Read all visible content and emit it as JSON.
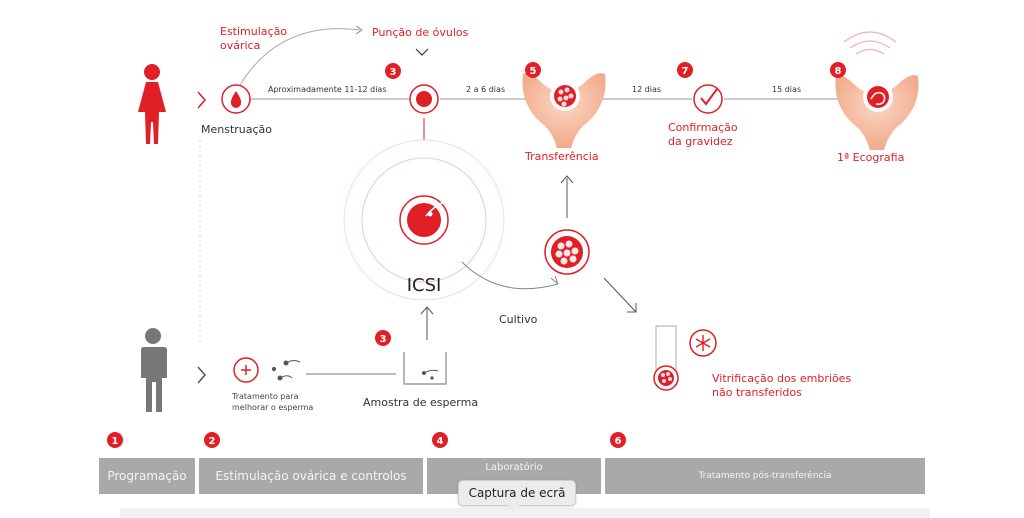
{
  "labels": {
    "estimulacao": [
      "Estimulação",
      "ovárica"
    ],
    "puncao": "Punção de óvulos",
    "menstruacao": "Menstruação",
    "timeline_1": "Aproximadamente 11-12 dias",
    "timeline_2": "2 a 6 dias",
    "timeline_3": "12 dias",
    "timeline_4": "15 dias",
    "transferencia": "Transferência",
    "confirmacao": [
      "Confirmação",
      "da gravidez"
    ],
    "ecografia": "1ª Ecografia",
    "icsi": "ICSI",
    "cultivo": "Cultivo",
    "tratamento": [
      "Tratamento para",
      "melhorar o esperma"
    ],
    "amostra": "Amostra de esperma",
    "vitrificacao": [
      "Vitrificação dos embriões",
      "não transferidos"
    ]
  },
  "step_badges": {
    "puncao": "3",
    "transferencia": "5",
    "confirmacao": "7",
    "ecografia": "8",
    "amostra": "3"
  },
  "phases": [
    {
      "badge": "1",
      "label": "Programação"
    },
    {
      "badge": "2",
      "label": "Estimulação ovárica e controlos"
    },
    {
      "badge": "4",
      "label": "Laboratório"
    },
    {
      "badge": "6",
      "label": "Tratamento pós-transferência"
    }
  ],
  "tooltip": "Captura de ecrã",
  "colors": {
    "accent": "#e01f26",
    "light_accent": "#f4b49a",
    "phase_bar": "#a9a9a9",
    "figure": "#777777"
  }
}
